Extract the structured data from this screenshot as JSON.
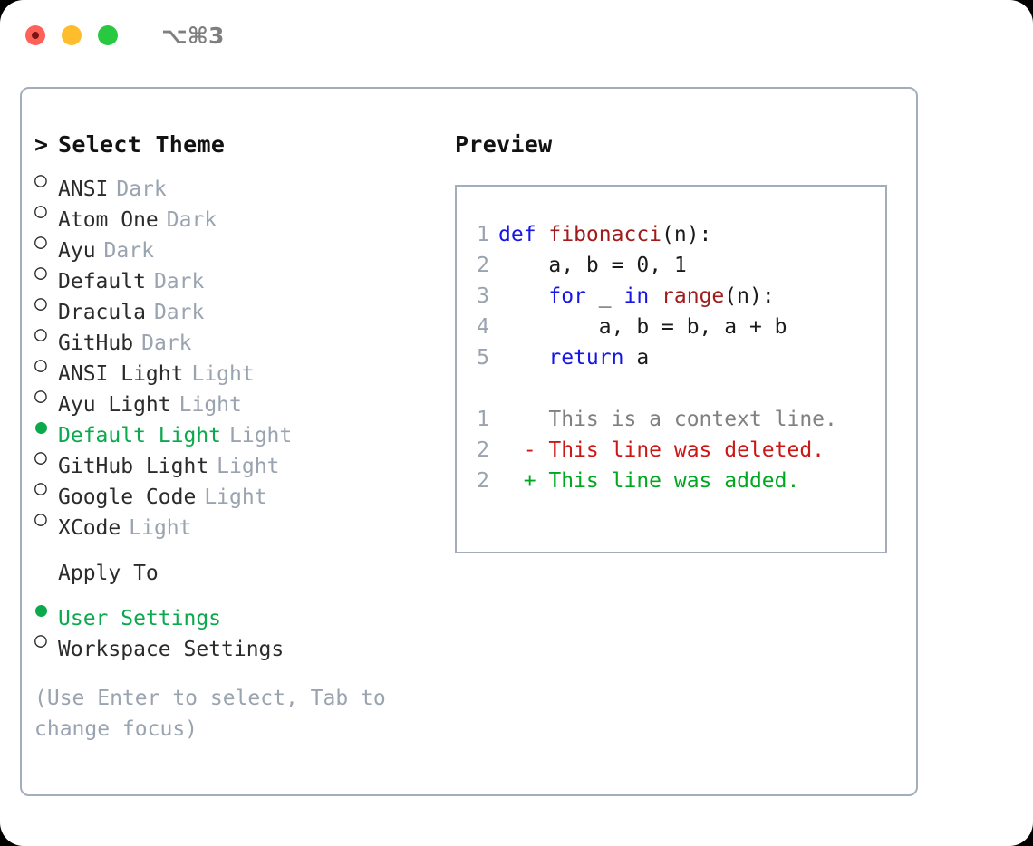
{
  "titlebar": {
    "shortcut": "⌥⌘3",
    "buttons": [
      {
        "name": "close",
        "color": "#ff6058"
      },
      {
        "name": "minimize",
        "color": "#ffbd2e"
      },
      {
        "name": "maximize",
        "color": "#28c940"
      }
    ]
  },
  "theme_picker": {
    "caret": ">",
    "title": "Select Theme",
    "marker_unselected": "○",
    "items": [
      {
        "name": "ANSI",
        "category": "Dark",
        "selected": false
      },
      {
        "name": "Atom One",
        "category": "Dark",
        "selected": false
      },
      {
        "name": "Ayu",
        "category": "Dark",
        "selected": false
      },
      {
        "name": "Default",
        "category": "Dark",
        "selected": false
      },
      {
        "name": "Dracula",
        "category": "Dark",
        "selected": false
      },
      {
        "name": "GitHub",
        "category": "Dark",
        "selected": false
      },
      {
        "name": "ANSI Light",
        "category": "Light",
        "selected": false
      },
      {
        "name": "Ayu Light",
        "category": "Light",
        "selected": false
      },
      {
        "name": "Default Light",
        "category": "Light",
        "selected": true
      },
      {
        "name": "GitHub Light",
        "category": "Light",
        "selected": false
      },
      {
        "name": "Google Code",
        "category": "Light",
        "selected": false
      },
      {
        "name": "XCode",
        "category": "Light",
        "selected": false
      }
    ]
  },
  "apply_to": {
    "title": "Apply To",
    "items": [
      {
        "name": "User Settings",
        "selected": true
      },
      {
        "name": "Workspace Settings",
        "selected": false
      }
    ]
  },
  "hint": "(Use Enter to select, Tab to change focus)",
  "preview": {
    "title": "Preview",
    "code_lines": [
      {
        "number": "1",
        "tokens": [
          {
            "t": "def ",
            "k": "kw"
          },
          {
            "t": "fibonacci",
            "k": "fn"
          },
          {
            "t": "(n):",
            "k": "pl"
          }
        ]
      },
      {
        "number": "2",
        "tokens": [
          {
            "t": "    a, b = 0, 1",
            "k": "pl"
          }
        ]
      },
      {
        "number": "3",
        "tokens": [
          {
            "t": "    ",
            "k": "pl"
          },
          {
            "t": "for",
            "k": "kw"
          },
          {
            "t": " _ ",
            "k": "pl"
          },
          {
            "t": "in ",
            "k": "kw"
          },
          {
            "t": "range",
            "k": "fn"
          },
          {
            "t": "(n):",
            "k": "pl"
          }
        ]
      },
      {
        "number": "4",
        "tokens": [
          {
            "t": "        a, b = b, a + b",
            "k": "pl"
          }
        ]
      },
      {
        "number": "5",
        "tokens": [
          {
            "t": "    ",
            "k": "pl"
          },
          {
            "t": "return",
            "k": "kw"
          },
          {
            "t": " a",
            "k": "pl"
          }
        ]
      }
    ],
    "diff_lines": [
      {
        "number": "1",
        "sign": " ",
        "text": "This is a context line.",
        "kind": "context"
      },
      {
        "number": "2",
        "sign": "-",
        "text": "This line was deleted.",
        "kind": "deleted"
      },
      {
        "number": "2",
        "sign": "+",
        "text": "This line was added.",
        "kind": "added"
      }
    ]
  },
  "colors": {
    "accent_green": "#0aaa4c",
    "muted_grey": "#9aa3b0",
    "border": "#a3adbb",
    "keyword_blue": "#1616e8",
    "function_red": "#a01b1b",
    "diff_deleted": "#cc1717",
    "diff_added": "#00a81f"
  }
}
